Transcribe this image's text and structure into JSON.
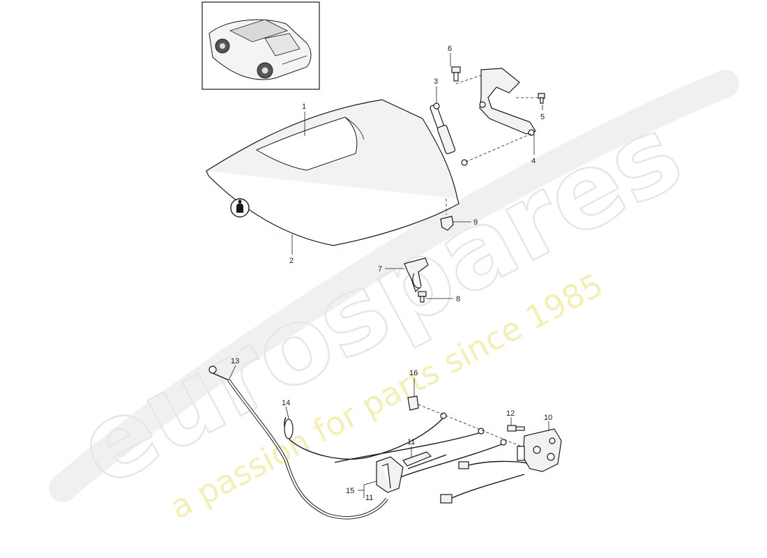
{
  "watermark": {
    "brand": "eurospares",
    "tagline": "a passion for parts since 1985"
  },
  "callouts": {
    "c1": "1",
    "c2": "2",
    "c3": "3",
    "c4": "4",
    "c5": "5",
    "c6": "6",
    "c7": "7",
    "c8": "8",
    "c9": "9",
    "c10": "10",
    "c11a": "11",
    "c11b": "11",
    "c12": "12",
    "c13": "13",
    "c14": "14",
    "c15": "15",
    "c16": "16"
  }
}
